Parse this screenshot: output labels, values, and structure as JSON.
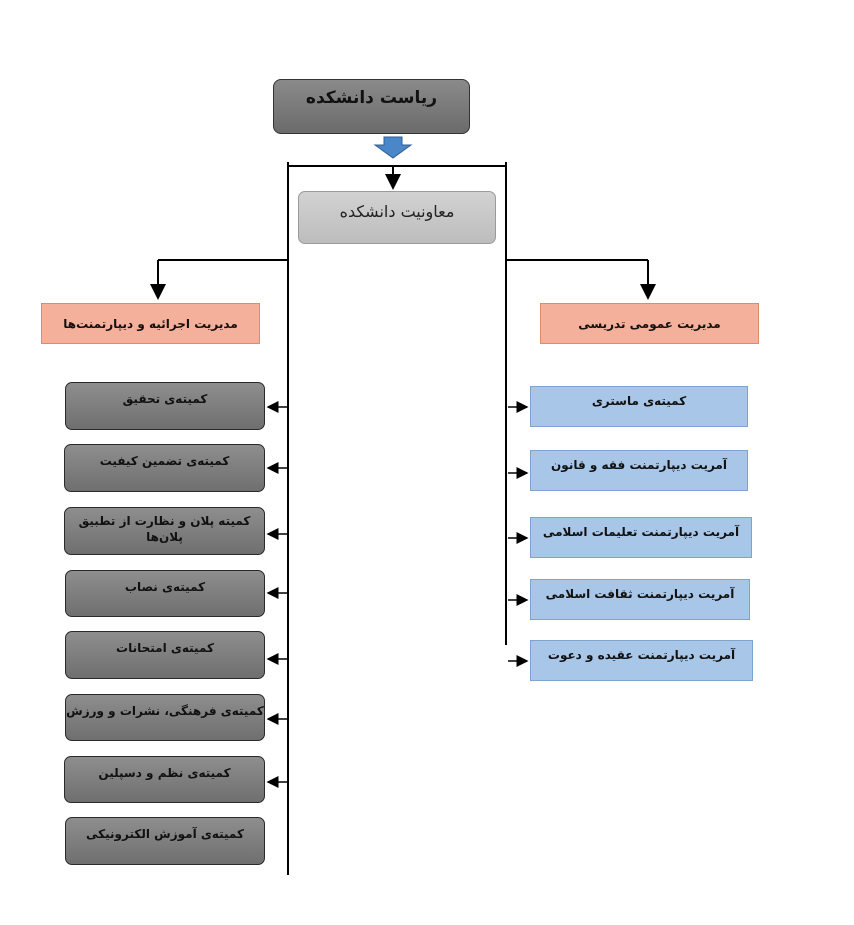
{
  "head": "ریاست دانشکده",
  "deputy": "معاونیت دانشکده",
  "left_dept": "مدیریت اجرائیه و دیپارتمنت‌ها",
  "right_dept": "مدیریت عمومی تدریسی",
  "committees": [
    "کمیته‌ی تحقیق",
    "کمیته‌ی تضمین کیفیت",
    "کمیته پلان و نظارت از تطبیق پلان‌ها",
    "کمیته‌ی نصاب",
    "کمیته‌ی امتحانات",
    "کمیته‌ی فرهنگی، نشرات و ورزش",
    "کمیته‌ی نظم و دسپلین",
    "کمیته‌ی آموزش الکترونیکی"
  ],
  "departments": [
    "کمیته‌ی ماستری",
    "آمریت دیپارتمنت فقه و قانون",
    "آمریت دیپارتمنت تعلیمات اسلامی",
    "آمریت دیپارتمنت ثقافت اسلامی",
    "آمریت دیپارتمنت عقیده و دعوت"
  ],
  "colors": {
    "head": "#7a7a7a",
    "deputy": "#c8c8c8",
    "dept_header": "#f4b09a",
    "right_items": "#a8c6e8",
    "left_items": "#7a7a7a",
    "down_arrow": "#4a86c8"
  }
}
